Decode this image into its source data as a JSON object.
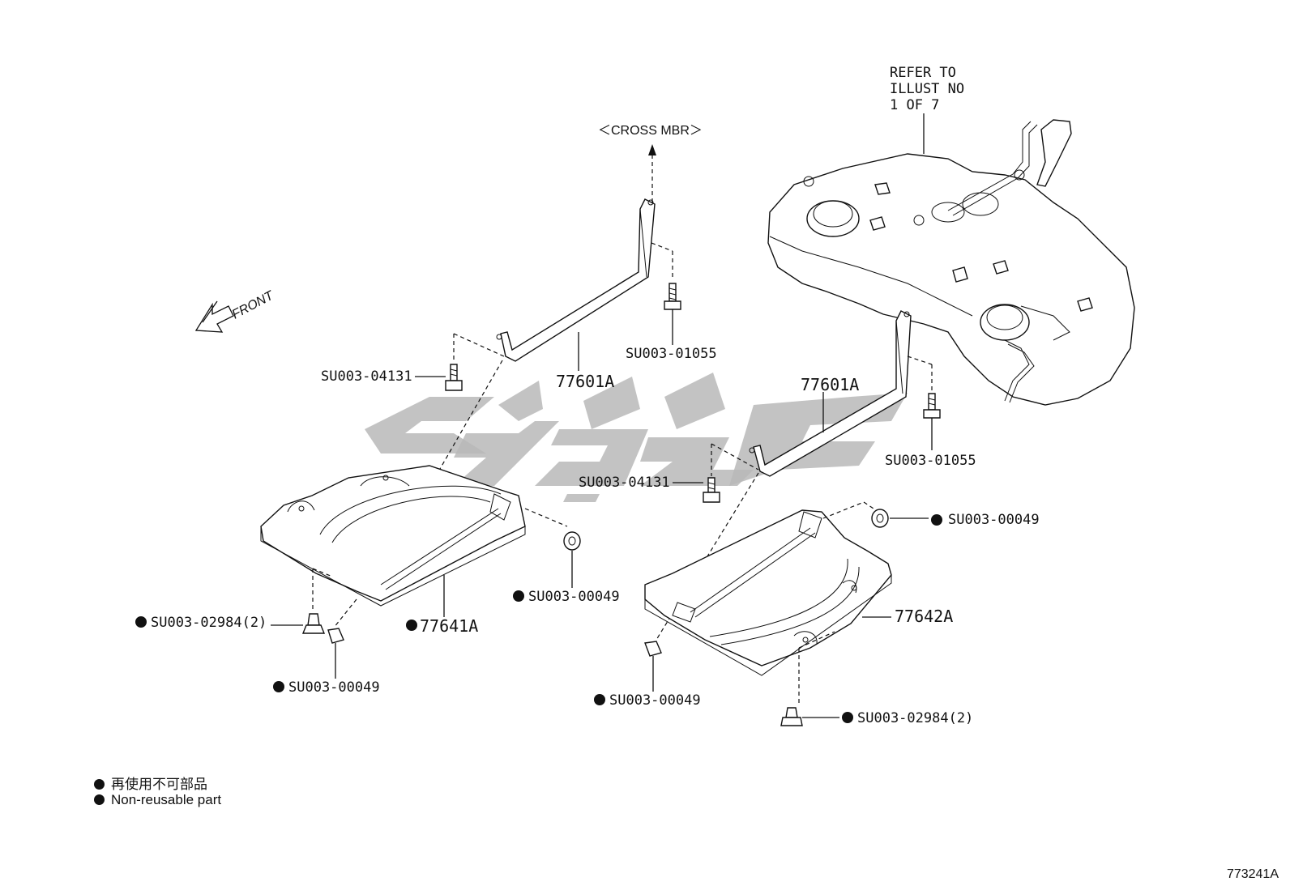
{
  "callouts": {
    "cross_mbr": "＜CROSS MBR＞",
    "front": "FRONT",
    "refer_line1": "REFER TO",
    "refer_line2": "ILLUST NO",
    "refer_line3": "1 OF 7"
  },
  "parts": {
    "bracket_left": "77601A",
    "bracket_right": "77601A",
    "cover_left": "77641A",
    "cover_right": "77642A",
    "bolt_left_small": "SU003-04131",
    "bolt_left_top": "SU003-01055",
    "bolt_right_small": "SU003-04131",
    "bolt_right_top": "SU003-01055",
    "nut_left": "SU003-00049",
    "nut_right": "SU003-00049",
    "clip_left": "SU003-02984(2)",
    "clip_right": "SU003-02984(2)",
    "retainer_left": "SU003-00049",
    "retainer_right": "SU003-00049"
  },
  "legend": {
    "line_jp": "再使用不可部品",
    "line_en": "Non-reusable part"
  },
  "figure_number": "773241A"
}
